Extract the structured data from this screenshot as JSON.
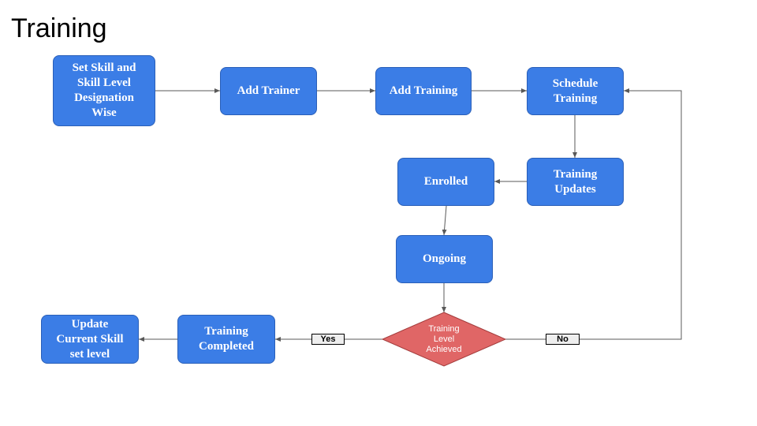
{
  "title": "Training",
  "nodes": {
    "set_skill": "Set Skill and\nSkill Level\nDesignation\nWise",
    "add_trainer": "Add Trainer",
    "add_training": "Add Training",
    "schedule_training": "Schedule\nTraining",
    "training_updates": "Training\nUpdates",
    "enrolled": "Enrolled",
    "ongoing": "Ongoing",
    "decision": "Training\nLevel\nAchieved",
    "training_completed": "Training\nCompleted",
    "update_skill": "Update\nCurrent Skill\nset level"
  },
  "edge_labels": {
    "yes": "Yes",
    "no": "No"
  },
  "colors": {
    "node_fill": "#3b7de6",
    "decision_fill": "#e06666",
    "edge": "#595959"
  }
}
